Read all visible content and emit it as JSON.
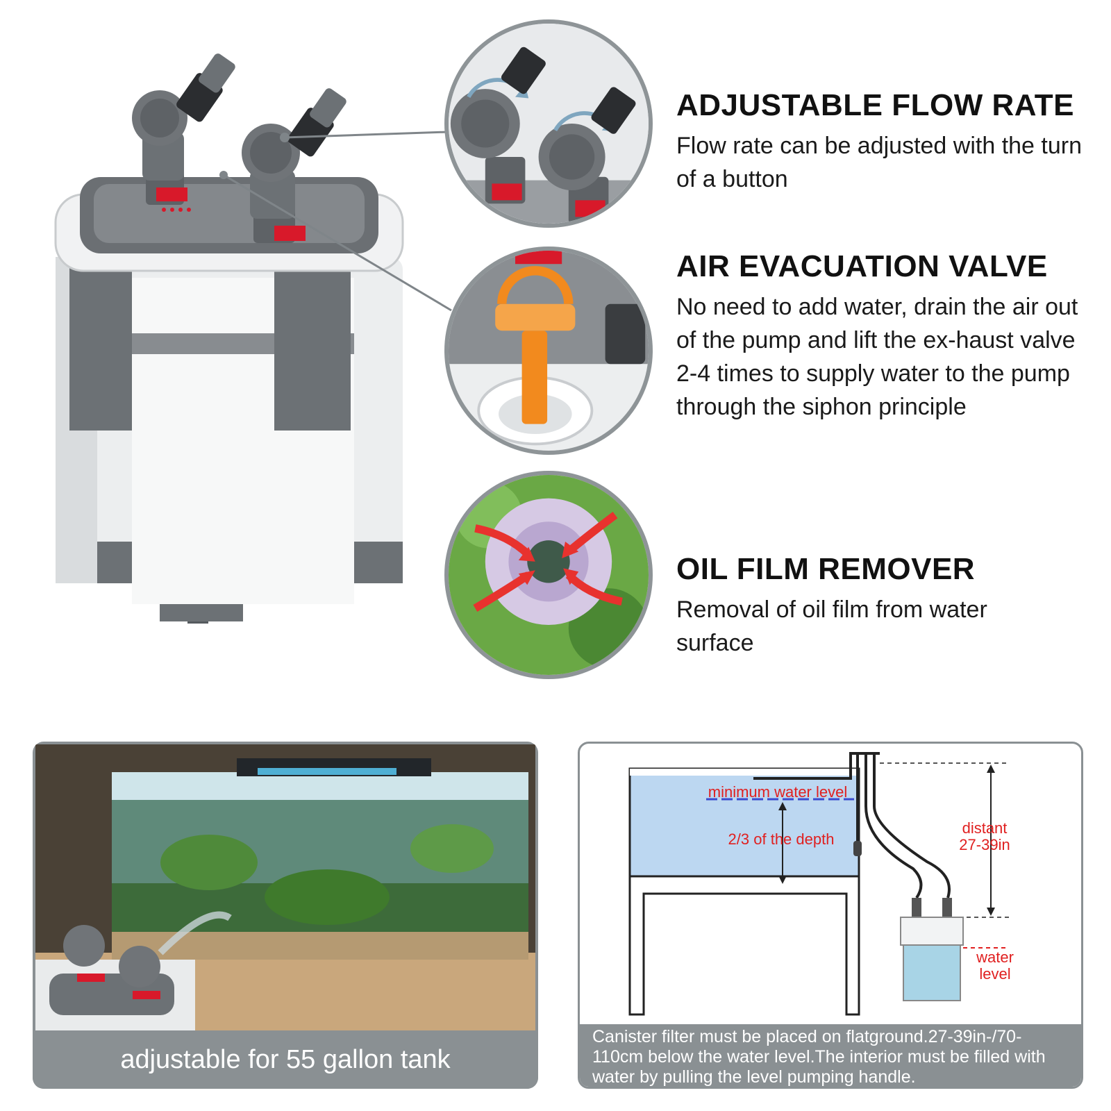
{
  "features": [
    {
      "title": "ADJUSTABLE FLOW RATE",
      "description": "Flow rate can be adjusted with the turn of a button",
      "icon": "flow-valve-icon"
    },
    {
      "title": "AIR EVACUATION VALVE",
      "description": "No need to add water, drain the air out of the pump and lift the ex-haust valve 2-4 times to supply water to the pump through the siphon principle",
      "icon": "air-valve-icon"
    },
    {
      "title": "OIL FILM REMOVER",
      "description": "Removal of oil film from water surface",
      "icon": "oil-film-icon"
    }
  ],
  "tank_photo": {
    "caption": "adjustable for 55 gallon tank"
  },
  "diagram": {
    "min_water_label": "minimum water level",
    "depth_label": "2/3 of the depth",
    "distance_label_line1": "distant",
    "distance_label_line2": "27-39in",
    "water_level_line1": "water",
    "water_level_line2": "level",
    "caption": "Canister filter must be placed on flatground.27-39in-/70-110cm below the water level.The interior must be filled with water by pulling the level pumping handle."
  },
  "colors": {
    "accent_red": "#d8192a",
    "panel_gray": "#8a9093",
    "body_white": "#f4f5f5",
    "dark_gray": "#6c7175",
    "tank_water": "#bcd7f1",
    "orange": "#f28a1e"
  }
}
